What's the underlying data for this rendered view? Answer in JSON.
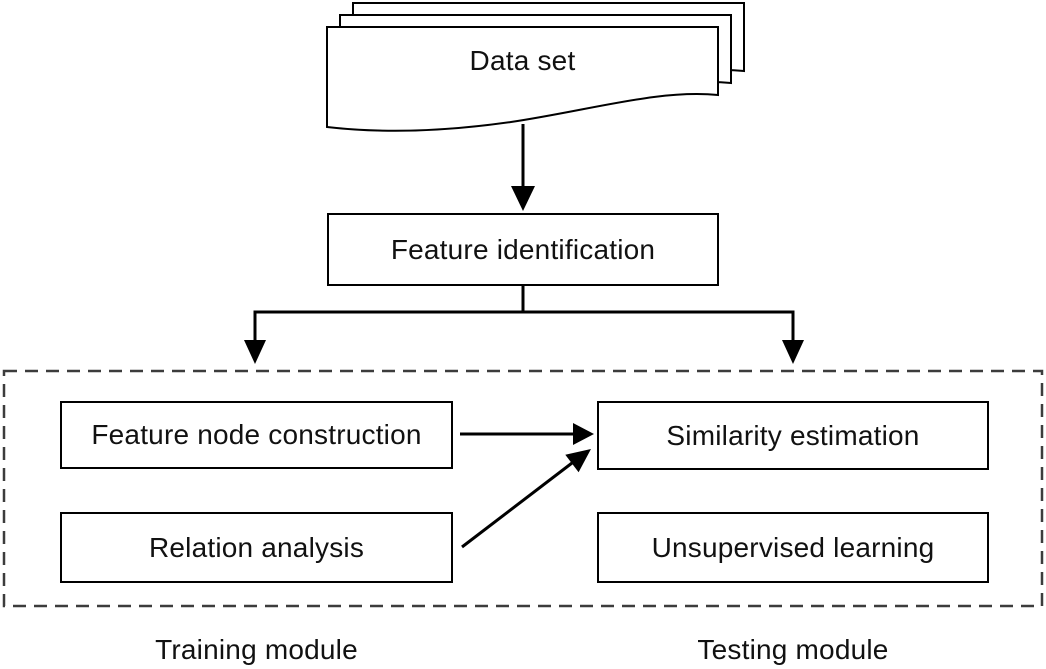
{
  "nodes": {
    "data_set": "Data set",
    "feature_identification": "Feature identification",
    "feature_node_construction": "Feature node construction",
    "relation_analysis": "Relation analysis",
    "similarity_estimation": "Similarity estimation",
    "unsupervised_learning": "Unsupervised learning"
  },
  "modules": {
    "training_label": "Training module",
    "testing_label": "Testing module"
  },
  "edges": [
    {
      "from": "Data set",
      "to": "Feature identification"
    },
    {
      "from": "Feature identification",
      "to": "Training module"
    },
    {
      "from": "Feature identification",
      "to": "Testing module"
    },
    {
      "from": "Feature node construction",
      "to": "Similarity estimation"
    },
    {
      "from": "Relation analysis",
      "to": "Similarity estimation"
    }
  ],
  "colors": {
    "line": "#000000",
    "dashed_border": "#3c3c3c",
    "background": "#ffffff",
    "text": "#111111"
  }
}
